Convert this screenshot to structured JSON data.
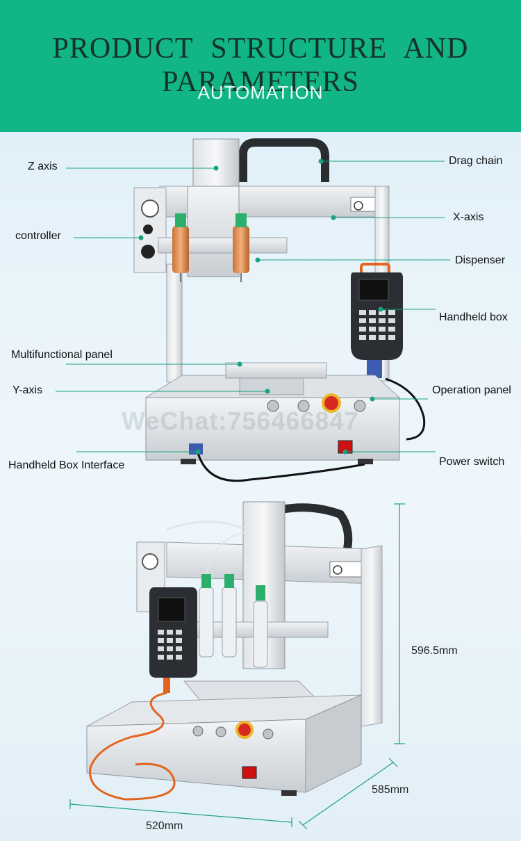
{
  "header": {
    "title": "PRODUCT STRUCTURE AND PARAMETERS",
    "subtitle": "AUTOMATION"
  },
  "labels": {
    "z_axis": "Z axis",
    "drag_chain": "Drag chain",
    "x_axis": "X-axis",
    "controller": "controller",
    "dispenser": "Dispenser",
    "handheld_box": "Handheld box",
    "multifunctional_panel": "Multifunctional panel",
    "y_axis": "Y-axis",
    "operation_panel": "Operation panel",
    "handheld_box_interface": "Handheld Box Interface",
    "power_switch": "Power switch"
  },
  "watermark": "WeChat:756466847",
  "dimensions": {
    "height": "596.5mm",
    "depth": "585mm",
    "width": "520mm"
  },
  "colors": {
    "header_bg": "#12b586",
    "leader_line": "#1aa27e"
  }
}
